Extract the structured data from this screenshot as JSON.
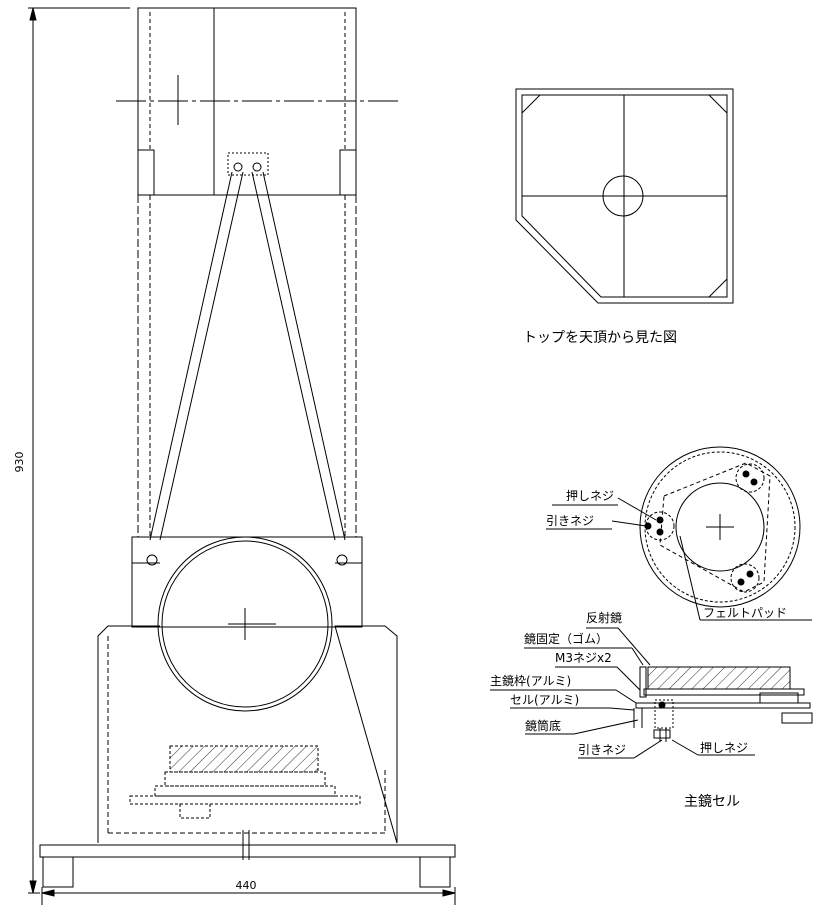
{
  "dimensions": {
    "height": "930",
    "width": "440"
  },
  "captions": {
    "top_view": "トップを天頂から見た図",
    "cell_view": "主鏡セル"
  },
  "labels": {
    "push_screw_top": "押しネジ",
    "pull_screw_top": "引きネジ",
    "felt_pad": "フェルトパッド",
    "mirror": "反射鏡",
    "mirror_fix": "鏡固定（ゴム）",
    "m3_screw": "M3ネジx2",
    "main_frame": "主鏡枠(アルミ)",
    "cell": "セル(アルミ)",
    "tube_bottom": "鏡筒底",
    "pull_screw_bottom": "引きネジ",
    "push_screw_bottom": "押しネジ"
  },
  "colors": {
    "line": "#000000",
    "background": "#ffffff"
  }
}
